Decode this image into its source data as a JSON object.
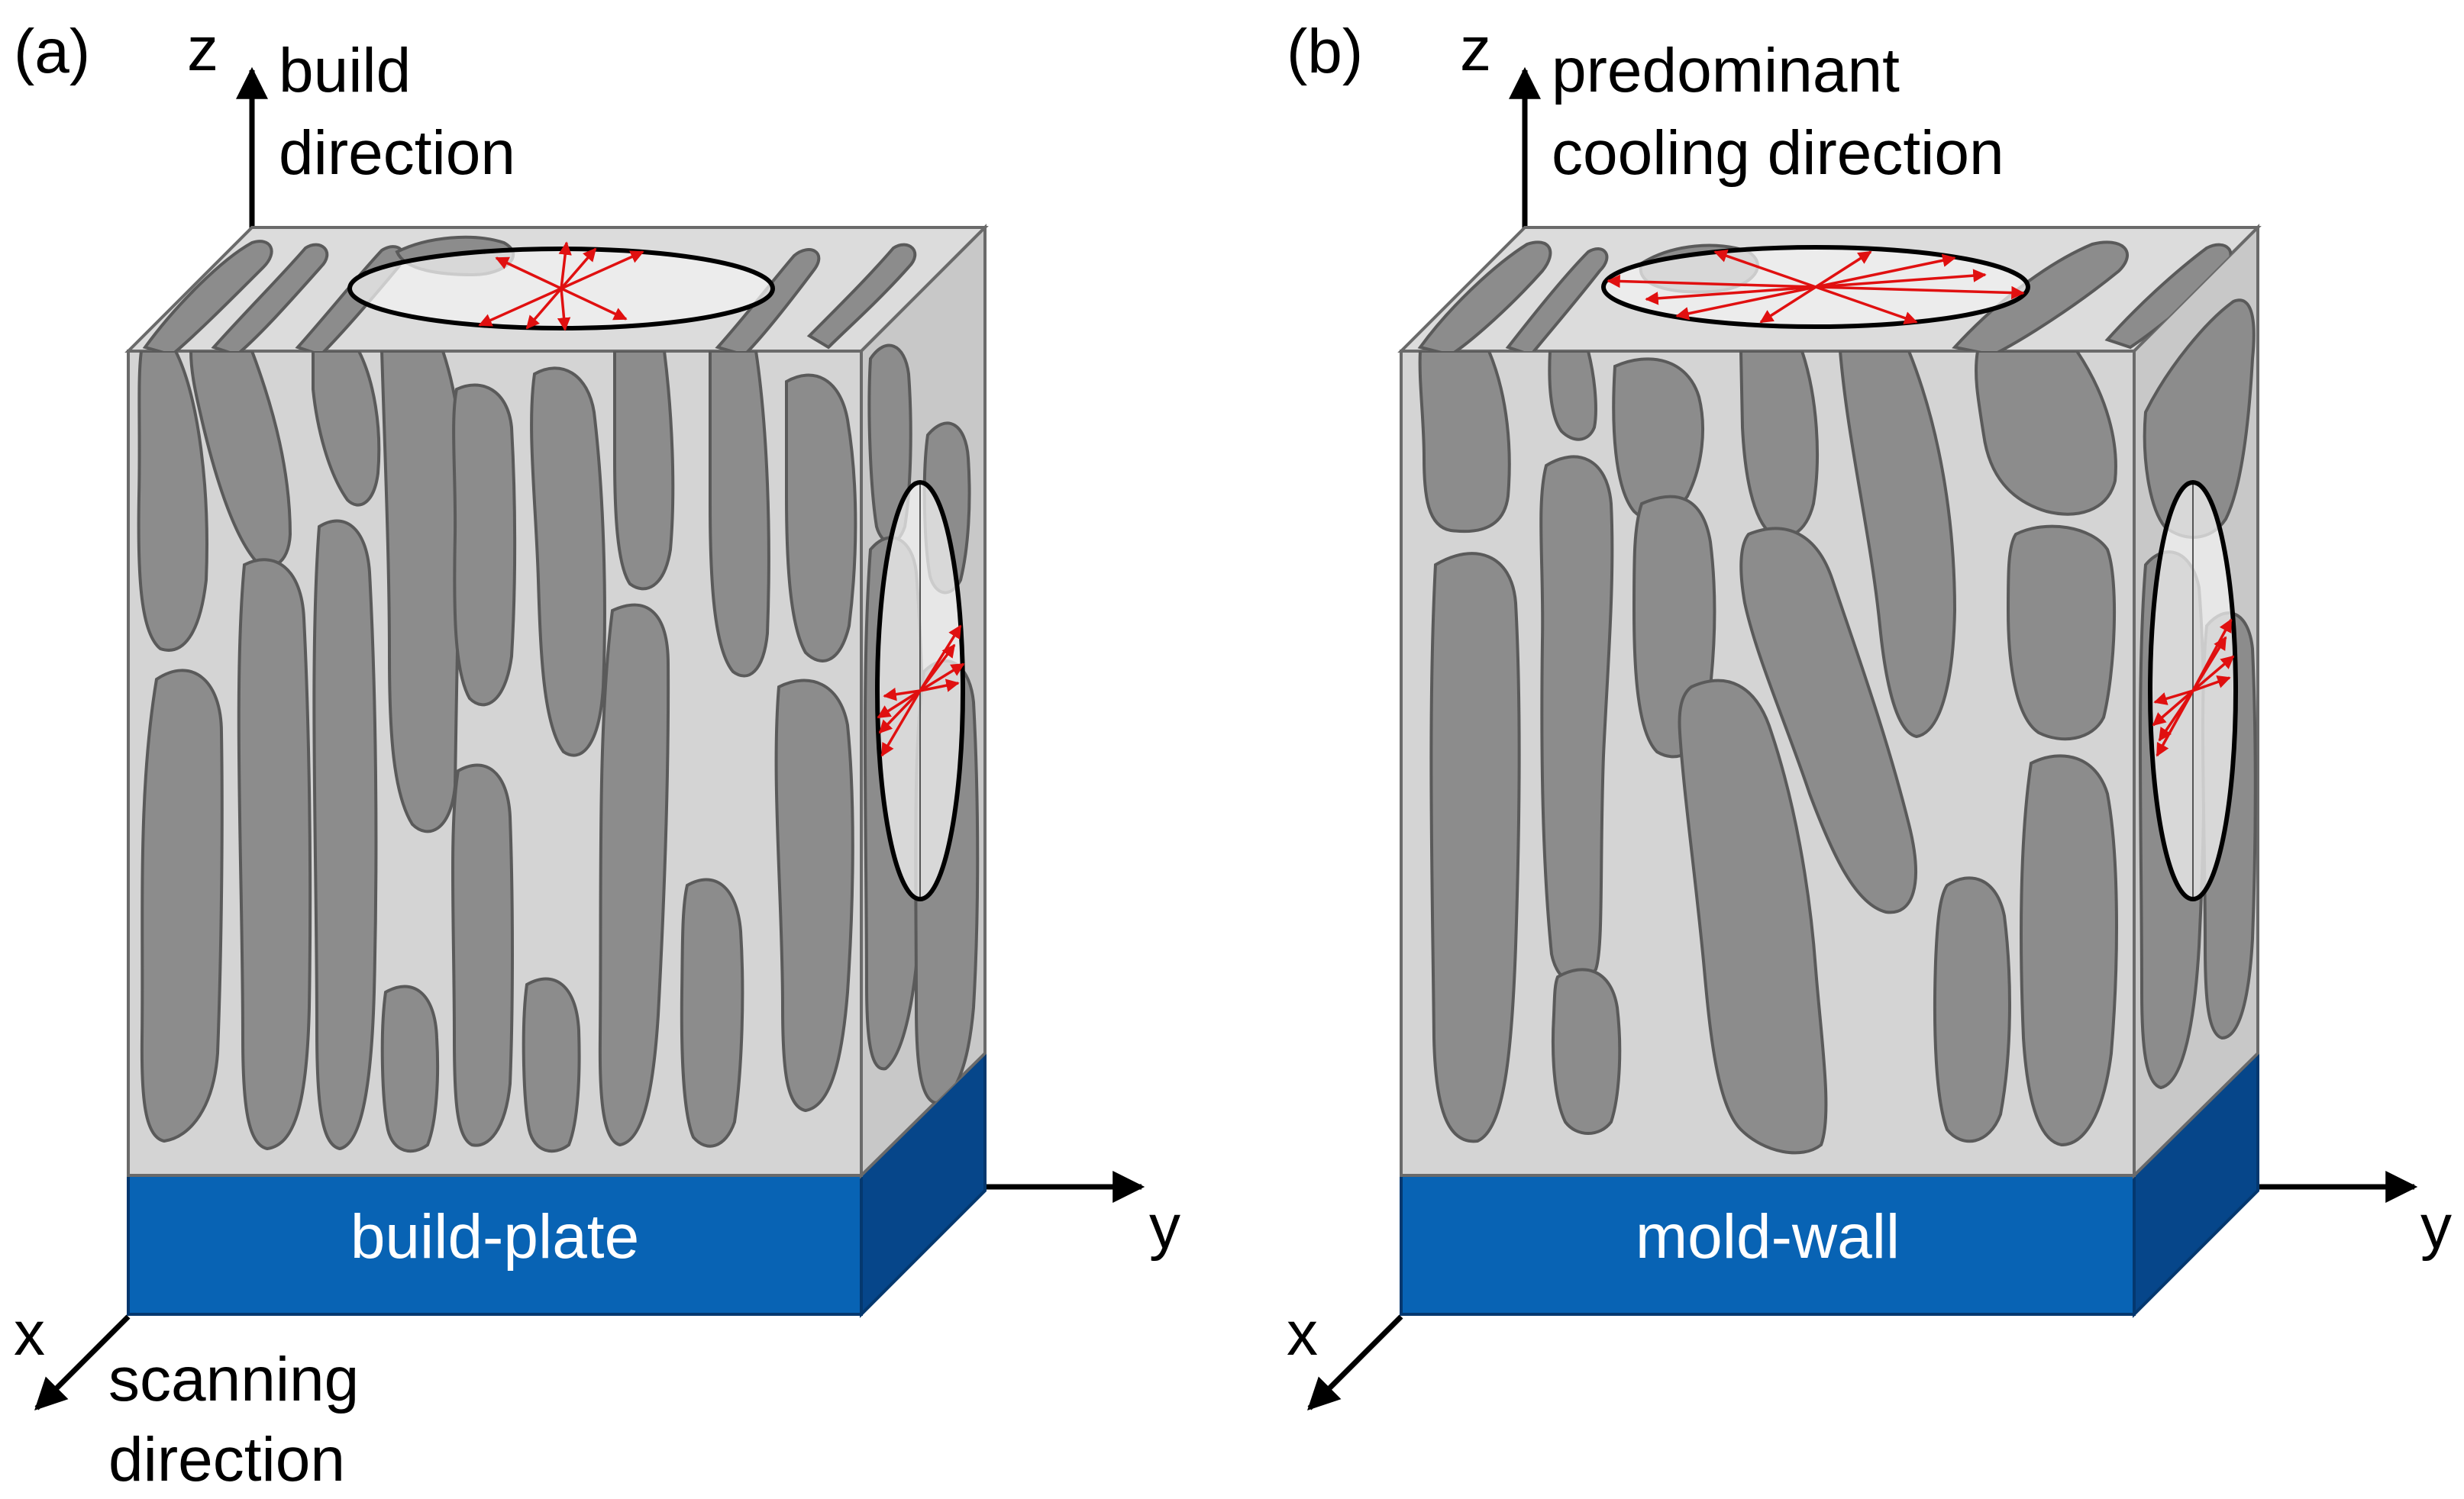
{
  "panels": [
    {
      "id": "a",
      "label": "(a)",
      "z_label": "z",
      "z_caption": [
        "build",
        "direction"
      ],
      "y_label": "y",
      "x_label": "x",
      "x_caption": [
        "scanning",
        "direction"
      ],
      "plate_label": "build-plate"
    },
    {
      "id": "b",
      "label": "(b)",
      "z_label": "z",
      "z_caption": [
        "predominant",
        "cooling direction"
      ],
      "y_label": "y",
      "x_label": "x",
      "x_caption": [],
      "plate_label": "mold-wall"
    }
  ],
  "colors": {
    "matrix": "#d4d4d4",
    "matrix_top": "#dcdcdc",
    "matrix_side": "#c8c8c8",
    "grain": "#8c8c8c",
    "grain_stroke": "#5a5a5a",
    "plate": "#0863b4",
    "plate_dark": "#06468a",
    "arrow_red": "#e01010",
    "ellipse_fill": "#f2f2f2"
  }
}
